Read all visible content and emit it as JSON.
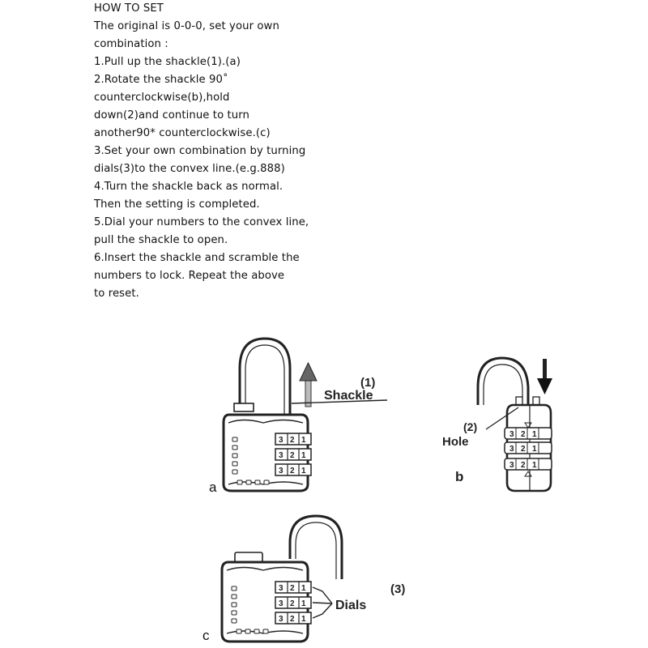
{
  "instructions": {
    "lines": [
      "HOW TO SET",
      "The original is 0-0-0, set your own",
      "combination :",
      "1.Pull up the shackle(1).(a)",
      "2.Rotate the shackle 90˚",
      "counterclockwise(b),hold",
      "down(2)and continue to turn",
      "another90* counterclockwise.(c)",
      "3.Set your own combination by turning",
      "dials(3)to the convex line.(e.g.888)",
      "4.Turn the shackle back as normal.",
      "Then the setting is completed.",
      "5.Dial your numbers to the convex line,",
      "pull the shackle to open.",
      "6.Insert the shackle and scramble the",
      "numbers to lock. Repeat the above",
      "to reset."
    ]
  },
  "diagram_a": {
    "letter": "a",
    "callout_number": "(1)",
    "callout_label": "Shackle",
    "dial_digits": [
      "3",
      "2",
      "1"
    ]
  },
  "diagram_b": {
    "letter": "b",
    "callout_number": "(2)",
    "callout_label": "Hole",
    "dial_digits": [
      "3",
      "2",
      "1"
    ]
  },
  "diagram_c": {
    "letter": "c",
    "callout_number": "(3)",
    "callout_label": "Dials",
    "dial_digits": [
      "3",
      "2",
      "1"
    ]
  }
}
